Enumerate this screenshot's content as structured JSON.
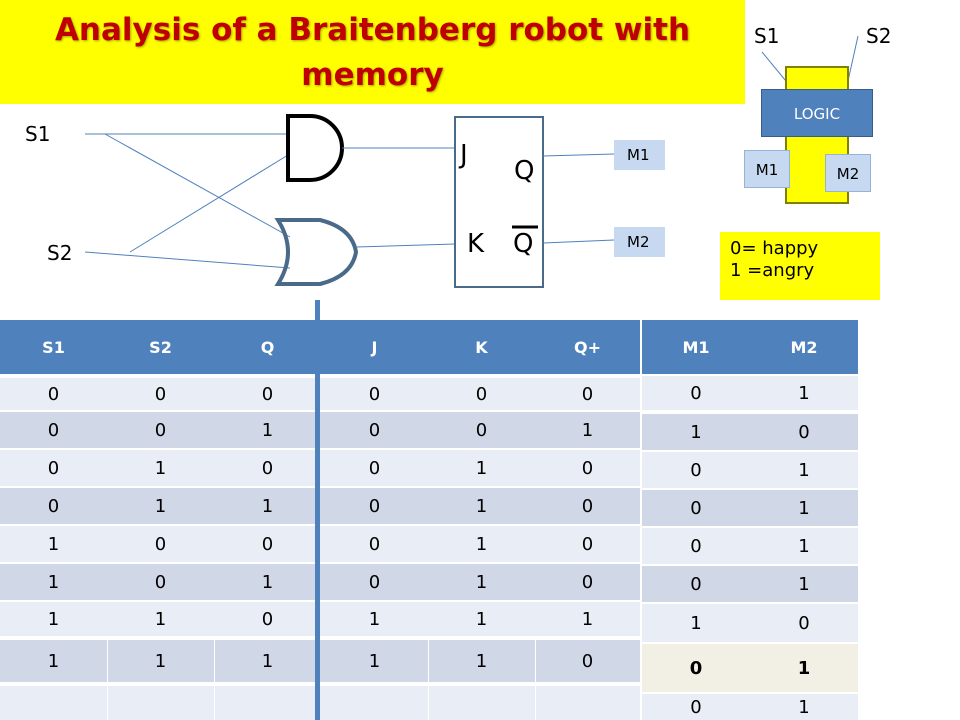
{
  "title": "Analysis of a Braitenberg robot with memory",
  "circuit": {
    "s1": "S1",
    "s2": "S2",
    "j": "J",
    "k": "K",
    "q": "Q",
    "qbar": "Q",
    "m1": "M1",
    "m2": "M2"
  },
  "block": {
    "s1": "S1",
    "s2": "S2",
    "logic": "LOGIC",
    "m1": "M1",
    "m2": "M2"
  },
  "legend": [
    "0= happy",
    "1 =angry"
  ],
  "table": {
    "headers": [
      "S1",
      "S2",
      "Q",
      "J",
      "K",
      "Q+"
    ],
    "rows": [
      [
        "0",
        "0",
        "0",
        "0",
        "0",
        "0"
      ],
      [
        "0",
        "0",
        "1",
        "0",
        "0",
        "1"
      ],
      [
        "0",
        "1",
        "0",
        "0",
        "1",
        "0"
      ],
      [
        "0",
        "1",
        "1",
        "0",
        "1",
        "0"
      ],
      [
        "1",
        "0",
        "0",
        "0",
        "1",
        "0"
      ],
      [
        "1",
        "0",
        "1",
        "0",
        "1",
        "0"
      ],
      [
        "1",
        "1",
        "0",
        "1",
        "1",
        "1"
      ],
      [
        "1",
        "1",
        "1",
        "1",
        "1",
        "0"
      ]
    ]
  },
  "mtable": {
    "headers": [
      "M1",
      "M2"
    ],
    "rows": [
      [
        "0",
        "1"
      ],
      [
        "1",
        "0"
      ],
      [
        "0",
        "1"
      ],
      [
        "0",
        "1"
      ],
      [
        "0",
        "1"
      ],
      [
        "0",
        "1"
      ],
      [
        "1",
        "0"
      ],
      [
        "0",
        "1"
      ],
      [
        "0",
        "1"
      ]
    ]
  },
  "colors": {
    "title": "#c00000",
    "banner": "#ffff00",
    "header": "#4f81bd",
    "label_box": "#c6d9f1",
    "divider": "#4f81bd"
  }
}
